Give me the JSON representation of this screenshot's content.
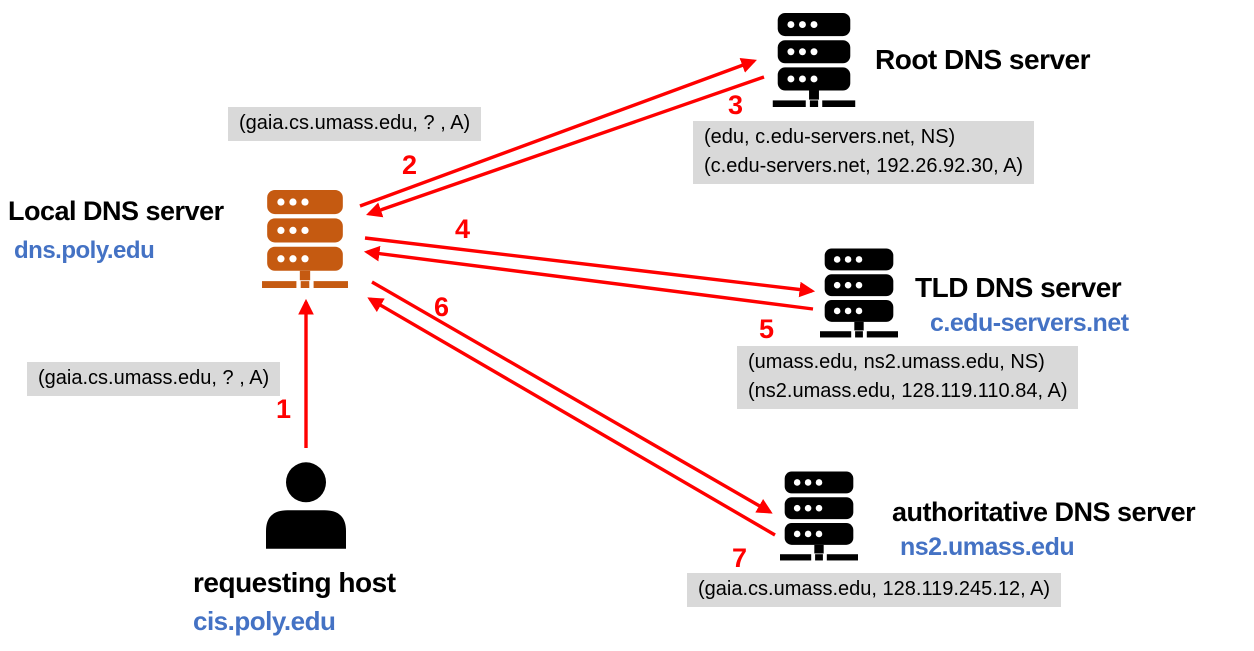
{
  "diagram": {
    "nodes": {
      "local_dns": {
        "label": "Local DNS server",
        "hostname": "dns.poly.edu"
      },
      "root_dns": {
        "label": "Root DNS server"
      },
      "tld_dns": {
        "label": "TLD DNS server",
        "hostname": "c.edu-servers.net"
      },
      "authoritative_dns": {
        "label": "authoritative DNS server",
        "hostname": "ns2.umass.edu"
      },
      "requesting_host": {
        "label": "requesting host",
        "hostname": "cis.poly.edu"
      }
    },
    "messages": {
      "host_query": "(gaia.cs.umass.edu, ? , A)",
      "local_query": "(gaia.cs.umass.edu, ? , A)",
      "root_response": [
        "(edu, c.edu-servers.net, NS)",
        "(c.edu-servers.net, 192.26.92.30, A)"
      ],
      "tld_response": [
        "(umass.edu, ns2.umass.edu, NS)",
        "(ns2.umass.edu, 128.119.110.84, A)"
      ],
      "authoritative_response": [
        "(gaia.cs.umass.edu, 128.119.245.12, A)"
      ]
    },
    "steps": [
      "1",
      "2",
      "3",
      "4",
      "5",
      "6",
      "7"
    ],
    "colors": {
      "accent_blue": "#4472C4",
      "server_orange": "#C55A11",
      "arrow_red": "#FF0000",
      "box_gray": "#D9D9D9",
      "icon_black": "#000000"
    }
  }
}
